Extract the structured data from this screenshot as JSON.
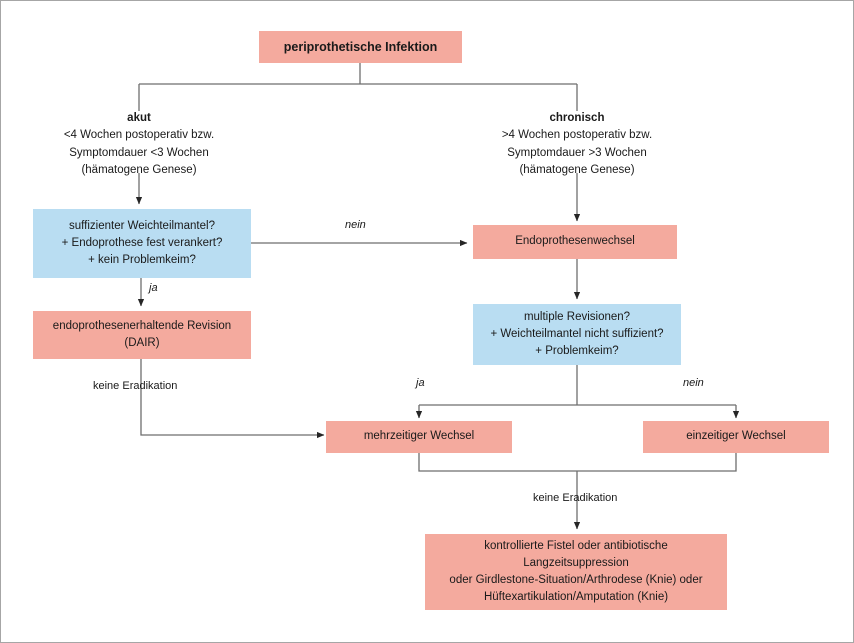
{
  "diagram": {
    "title": "periprothetische Infektion",
    "type": "flowchart",
    "colors": {
      "pink": "#f4aa9e",
      "blue": "#b9ddf2",
      "connector": "#6e6e6e",
      "border": "#a6a6a6",
      "text": "#1a1a1a",
      "background": "#ffffff"
    },
    "root": {
      "label": "periprothetische Infektion"
    },
    "branches": {
      "acute": {
        "heading": "akut",
        "line1": "<4 Wochen postoperativ bzw.",
        "line2": "Symptomdauer <3 Wochen",
        "line3": "(hämatogene Genese)"
      },
      "chronic": {
        "heading": "chronisch",
        "line1": ">4 Wochen postoperativ bzw.",
        "line2": "Symptomdauer >3 Wochen",
        "line3": "(hämatogene Genese)"
      }
    },
    "decisions": {
      "left": {
        "line1": "suffizienter Weichteilmantel?",
        "line2": "+ Endoprothese fest verankert?",
        "line3": "+ kein Problemkeim?"
      },
      "right": {
        "line1": "multiple Revisionen?",
        "line2": "+ Weichteilmantel nicht suffizient?",
        "line3": "+ Problemkeim?"
      }
    },
    "nodes": {
      "dair": "endoprothesenerhaltende Revision (DAIR)",
      "exchange": "Endoprothesenwechsel",
      "two_stage": "mehrzeitiger Wechsel",
      "one_stage": "einzeitiger Wechsel",
      "salvage": {
        "line1": "kontrollierte Fistel oder antibiotische Langzeitsuppression",
        "line2": "oder Girdlestone-Situation/Arthrodese (Knie) oder",
        "line3": "Hüftexartikulation/Amputation (Knie)"
      }
    },
    "edge_labels": {
      "nein_top": "nein",
      "ja_left": "ja",
      "no_eradication_left": "keine Eradikation",
      "ja_right": "ja",
      "nein_right": "nein",
      "no_eradication_bottom": "keine Eradikation"
    }
  }
}
